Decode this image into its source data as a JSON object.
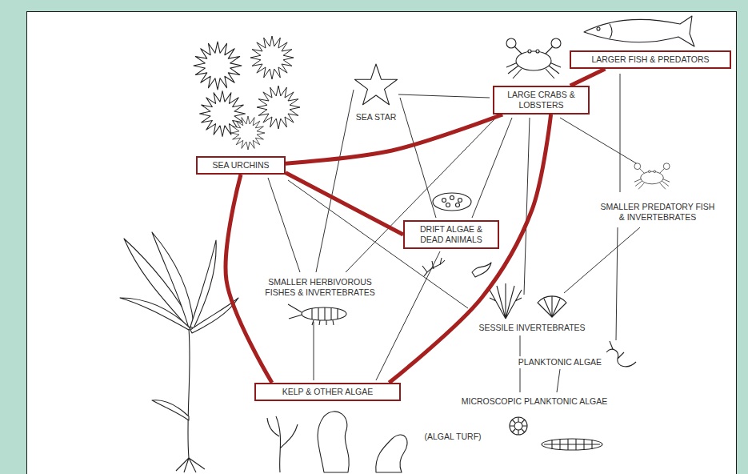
{
  "diagram": {
    "nodes": [
      {
        "text": [
          "LARGER FISH & PREDATORS"
        ]
      },
      {
        "text": [
          "LARGE CRABS & LOBSTERS"
        ]
      },
      {
        "text": [
          "SEA URCHINS"
        ]
      },
      {
        "text": [
          "DRIFT ALGAE & DEAD ANIMALS"
        ]
      },
      {
        "text": [
          "KELP & OTHER ALGAE"
        ]
      }
    ],
    "edges": [
      {
        "from": 2,
        "to": 1,
        "arrow": "none"
      },
      {
        "from": 2,
        "to": 3,
        "arrow": "none"
      },
      {
        "from": 2,
        "to": 4,
        "arrow": "none"
      },
      {
        "from": 1,
        "to": 0,
        "arrow": "none"
      },
      {
        "from": 1,
        "to": 4,
        "arrow": "none"
      }
    ],
    "labels": [
      "SEA STAR",
      "SMALLER PREDATORY FISH & INVERTEBRATES",
      "SMALLER HERBIVOROUS FISHES & INVERTEBRATES",
      "SESSILE INVERTEBRATES",
      "PLANKTONIC ALGAE",
      "MICROSCOPIC PLANKTONIC ALGAE",
      "(ALGAL TURF)"
    ]
  }
}
